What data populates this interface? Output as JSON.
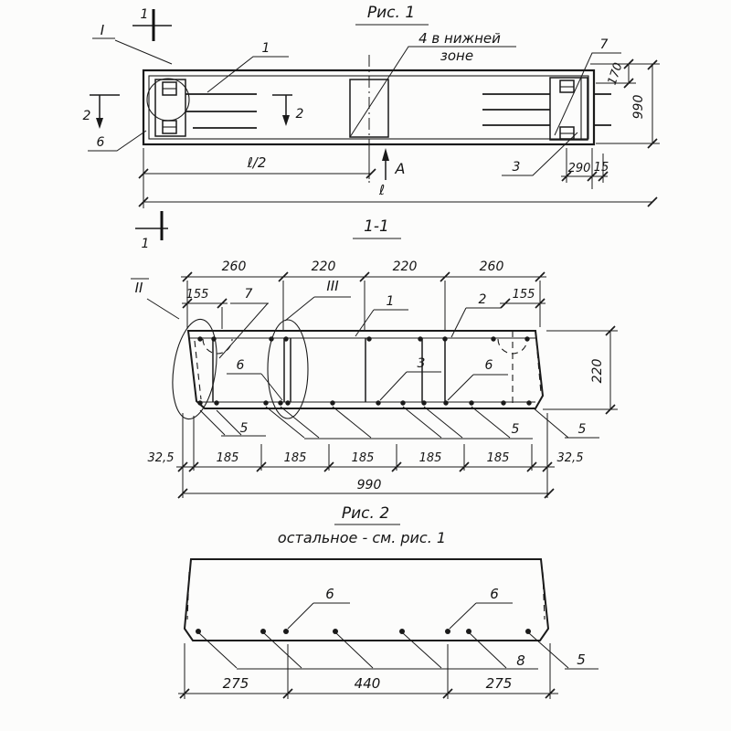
{
  "colors": {
    "ink": "#1a1a1a",
    "background": "#fcfcfb"
  },
  "figure1": {
    "title": "Рис. 1",
    "section_cut_top": "1",
    "section_cut_bottom": "1",
    "detail_marker": "I",
    "note_line1": "4 в нижней",
    "note_line2": "зоне",
    "label_a": "А",
    "cut2_left": "2",
    "cut2_mid": "2",
    "callouts": {
      "pos1": "1",
      "pos3": "3",
      "pos6": "6",
      "pos7": "7"
    },
    "dims": {
      "d170": "170",
      "d990": "990",
      "d290": "290",
      "d15": "15",
      "half_length": "ℓ/2",
      "length": "ℓ"
    }
  },
  "section11": {
    "title": "1-1",
    "detail_marker_2": "II",
    "detail_marker_3": "III",
    "top_dims": [
      "260",
      "220",
      "220",
      "260"
    ],
    "dim155_left": "155",
    "dim155_right": "155",
    "dim220": "220",
    "bottom_dims": [
      "32,5",
      "185",
      "185",
      "185",
      "185",
      "185",
      "32,5"
    ],
    "total_width": "990",
    "callouts": {
      "pos1": "1",
      "pos2": "2",
      "pos3": "3",
      "pos5a": "5",
      "pos5b": "5",
      "pos5c": "5",
      "pos6a": "6",
      "pos6b": "6",
      "pos7": "7"
    }
  },
  "figure2": {
    "title": "Рис. 2",
    "subtitle": "остальное - см. рис. 1",
    "callouts": {
      "pos6a": "6",
      "pos6b": "6",
      "pos8": "8",
      "pos5": "5"
    },
    "dims": [
      "275",
      "440",
      "275"
    ]
  }
}
